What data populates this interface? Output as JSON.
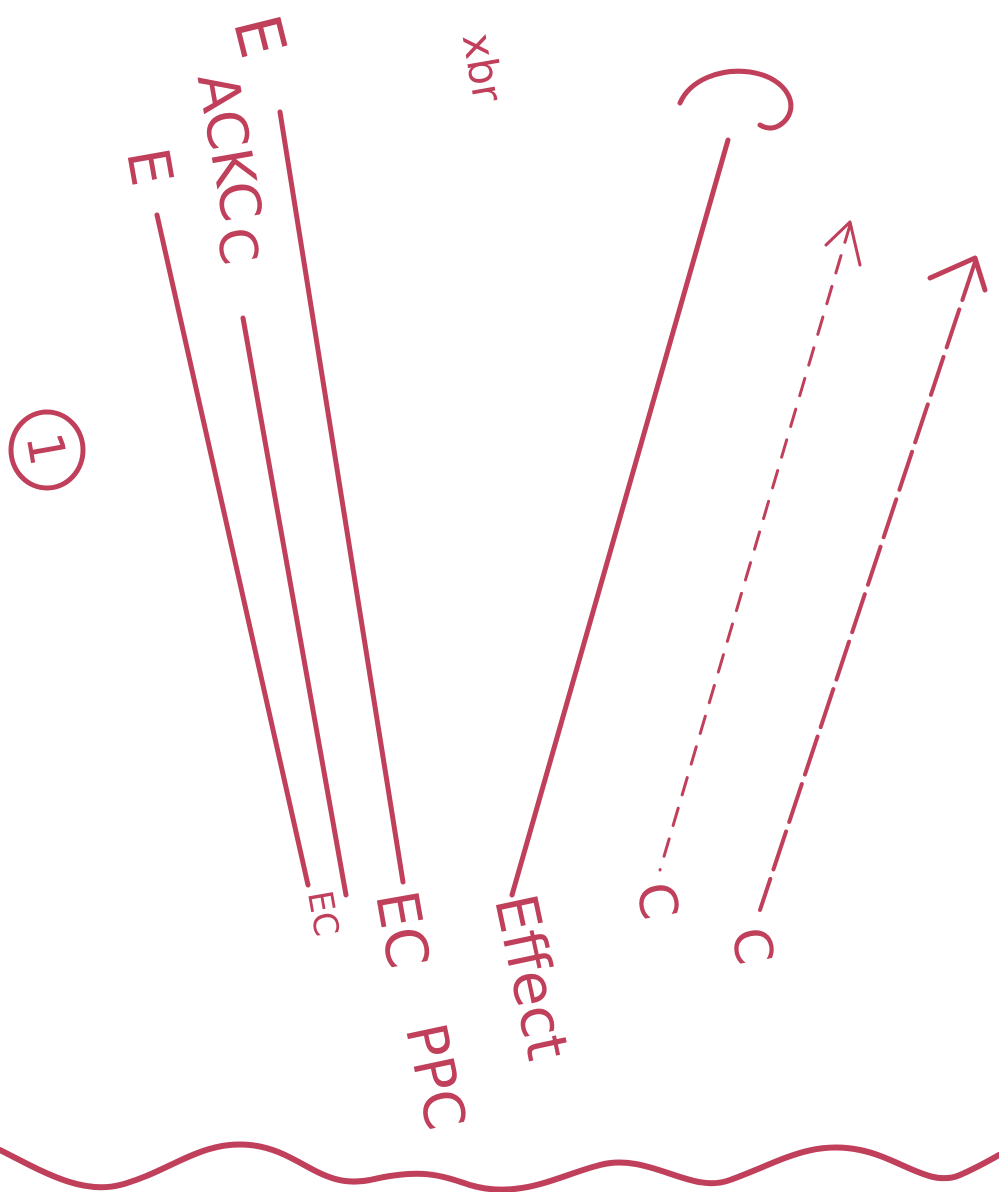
{
  "colors": {
    "ink": "#c0405c"
  },
  "labels": {
    "top_scribble": "xbr",
    "beam_label_e_top": "E",
    "beam_label_ackc": "ACKC",
    "beam_label_e_left": "E",
    "circled_number": "1",
    "label_c_top": "C",
    "label_c_bottom_mid": "C",
    "label_c_bottom_right": "C",
    "origin_labels_left": "EC",
    "origin_label_ec": "EC",
    "effect_label": "Effect",
    "effect_label_2": "PPC"
  }
}
